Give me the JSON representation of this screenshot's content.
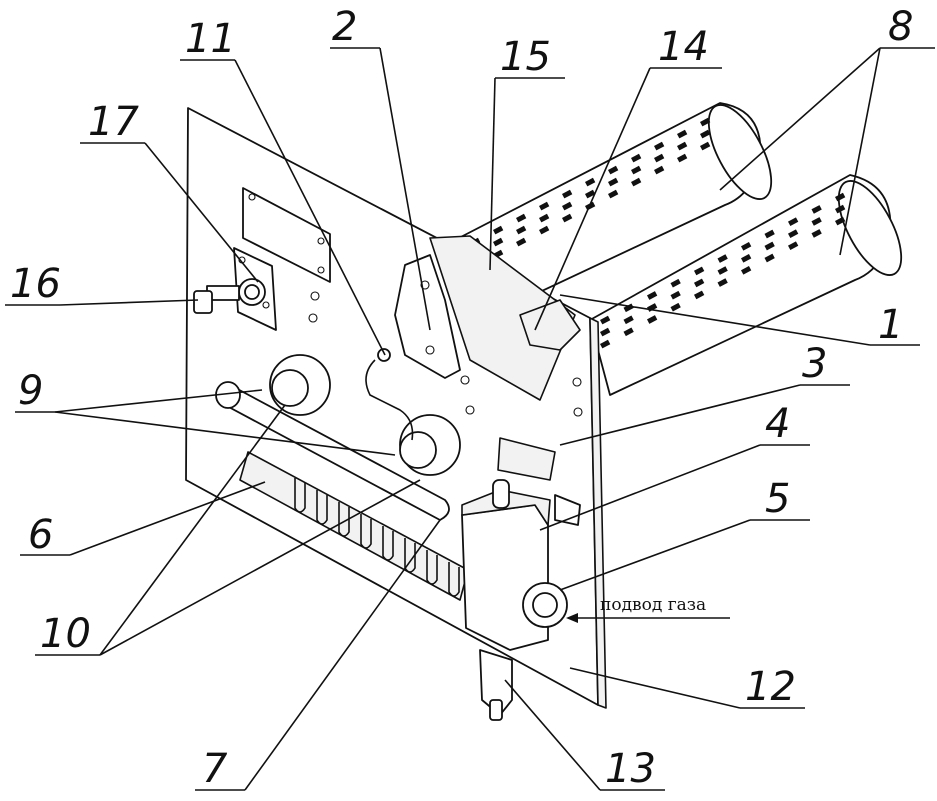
{
  "diagram": {
    "callouts": [
      {
        "id": "1",
        "label": "1"
      },
      {
        "id": "2",
        "label": "2"
      },
      {
        "id": "3",
        "label": "3"
      },
      {
        "id": "4",
        "label": "4"
      },
      {
        "id": "5",
        "label": "5"
      },
      {
        "id": "6",
        "label": "6"
      },
      {
        "id": "7",
        "label": "7"
      },
      {
        "id": "8",
        "label": "8"
      },
      {
        "id": "9",
        "label": "9"
      },
      {
        "id": "10",
        "label": "10"
      },
      {
        "id": "11",
        "label": "11"
      },
      {
        "id": "12",
        "label": "12"
      },
      {
        "id": "13",
        "label": "13"
      },
      {
        "id": "14",
        "label": "14"
      },
      {
        "id": "15",
        "label": "15"
      },
      {
        "id": "16",
        "label": "16"
      },
      {
        "id": "17",
        "label": "17"
      }
    ],
    "gas_inlet_label": "подвод газа"
  }
}
